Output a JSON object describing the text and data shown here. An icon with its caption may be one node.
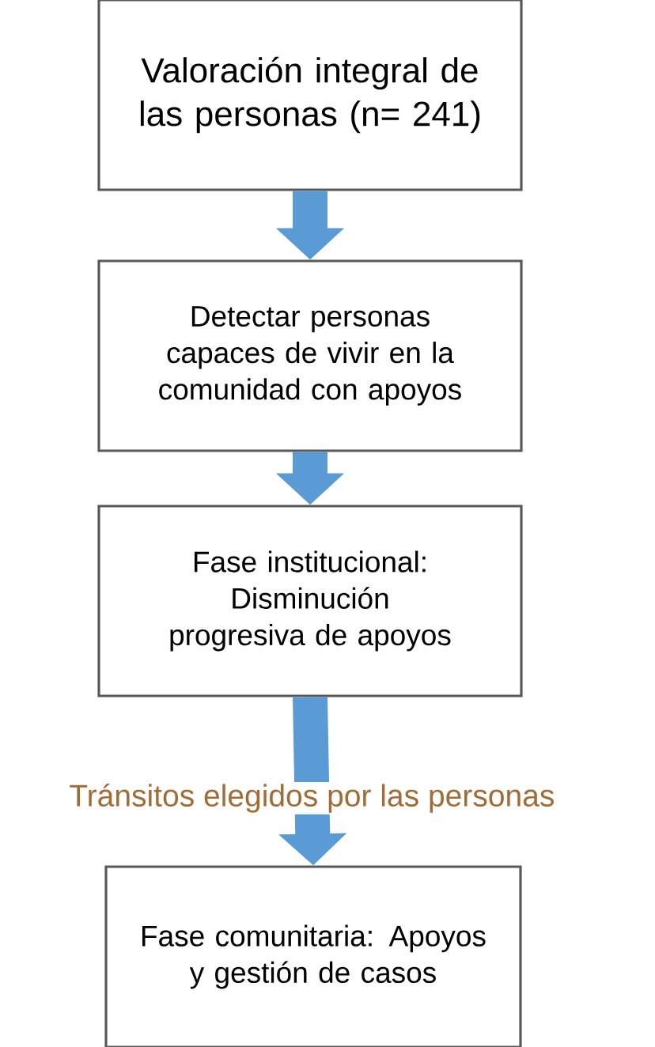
{
  "diagram": {
    "nodes": [
      {
        "text": [
          "Valoración integral de las personas (n= 241)"
        ]
      },
      {
        "text": [
          "Detectar personas capaces de vivir en la comunidad con apoyos"
        ]
      },
      {
        "text": [
          "Fase institucional: Disminución progresiva de apoyos"
        ]
      },
      {
        "text": [
          "Fase comunitaria: Apoyos y gestión de casos"
        ]
      }
    ],
    "edges": [
      {
        "from": 0,
        "to": 1,
        "arrow": "to"
      },
      {
        "from": 1,
        "to": 2,
        "arrow": "to"
      },
      {
        "from": 2,
        "to": 3,
        "arrow": "to",
        "label": "Tránsitos elegidos por las personas"
      }
    ]
  }
}
